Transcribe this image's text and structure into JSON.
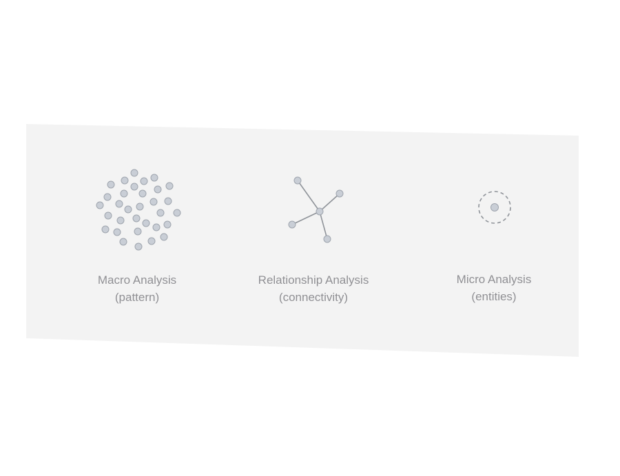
{
  "panels": [
    {
      "title": "Macro Analysis",
      "subtitle": "(pattern)",
      "icon": "scattered-dots-icon"
    },
    {
      "title": "Relationship Analysis",
      "subtitle": "(connectivity)",
      "icon": "network-star-icon"
    },
    {
      "title": "Micro Analysis",
      "subtitle": "(entities)",
      "icon": "single-entity-icon"
    }
  ],
  "colors": {
    "node_fill": "#c9ced6",
    "node_stroke": "#9ea4ad",
    "edge": "#8f9399",
    "text": "#8e8e92",
    "band": "#f3f3f3"
  }
}
